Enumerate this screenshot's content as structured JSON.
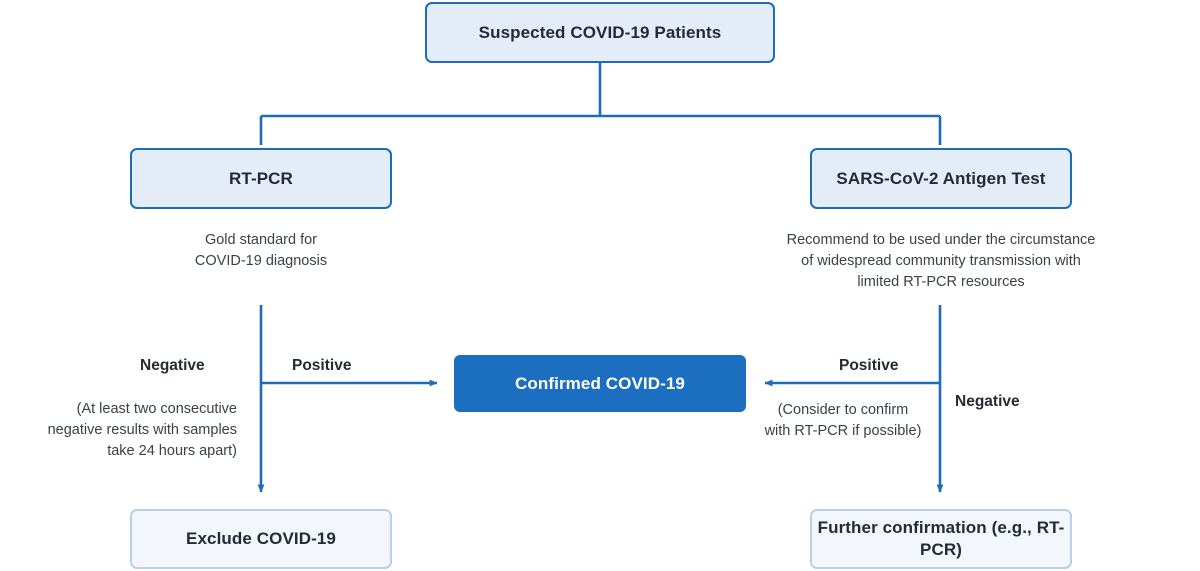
{
  "diagram": {
    "title": "COVID-19 testing decision flowchart",
    "colors": {
      "line": "#1c6cb8",
      "node_fill": "#e3ecf7",
      "node_border": "#1c6cb8",
      "accent_fill": "#1c6fc0",
      "accent_text": "#ffffff",
      "muted_fill": "#f3f7fc",
      "muted_border": "#b9d0ea",
      "text": "#262b33",
      "caption_text": "#3b4149"
    }
  },
  "nodes": {
    "root": {
      "label": "Suspected COVID-19 Patients"
    },
    "rtpcr": {
      "label": "RT-PCR"
    },
    "antigen": {
      "label": "SARS-CoV-2 Antigen Test"
    },
    "confirmed": {
      "label": "Confirmed COVID-19"
    },
    "exclude": {
      "label": "Exclude COVID-19"
    },
    "further": {
      "label": "Further confirmation\n(e.g., RT-PCR)"
    }
  },
  "captions": {
    "rtpcr": "Gold standard for\nCOVID-19 diagnosis",
    "antigen": "Recommend to be used under the circumstance\nof widespread community transmission with\nlimited RT-PCR resources"
  },
  "edges": {
    "left_negative_label": "Negative",
    "left_negative_note": "(At least two consecutive\nnegative results with samples\ntake 24 hours apart)",
    "left_positive_label": "Positive",
    "right_positive_label": "Positive",
    "right_positive_note": "(Consider to confirm\nwith RT-PCR if possible)",
    "right_negative_label": "Negative"
  }
}
